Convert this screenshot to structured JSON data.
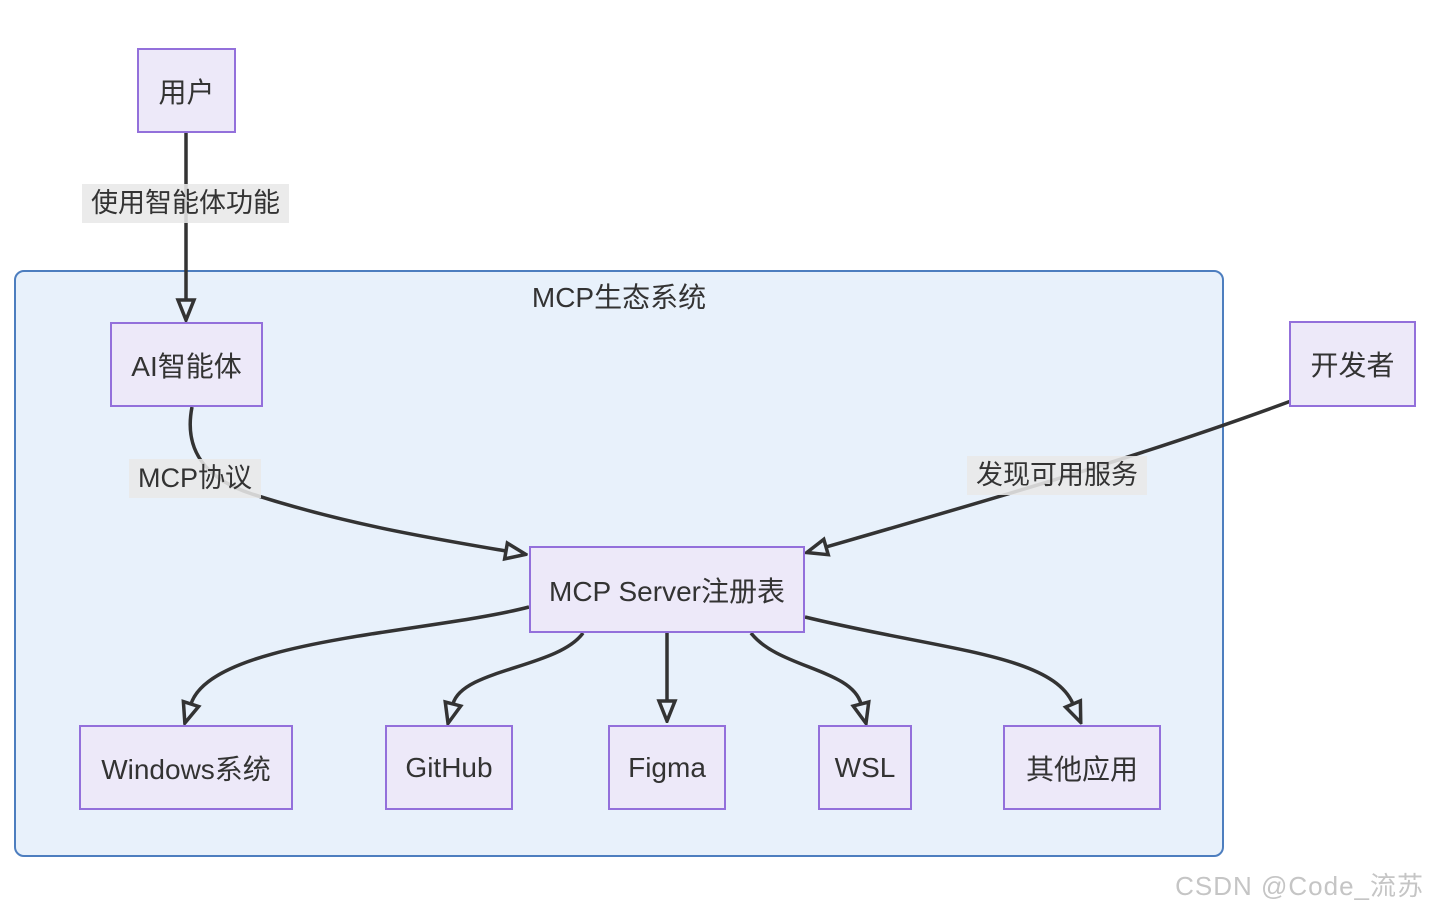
{
  "diagram": {
    "cluster": {
      "title": "MCP生态系统"
    },
    "nodes": {
      "user": "用户",
      "agent": "AI智能体",
      "registry": "MCP Server注册表",
      "developer": "开发者",
      "windows": "Windows系统",
      "github": "GitHub",
      "figma": "Figma",
      "wsl": "WSL",
      "other": "其他应用"
    },
    "edge_labels": {
      "use_agent": "使用智能体功能",
      "mcp_protocol": "MCP协议",
      "discover": "发现可用服务"
    },
    "colors": {
      "node_fill": "#EDE9F9",
      "node_border": "#9370DB",
      "container_fill": "#E8F1FB",
      "container_border": "#4D7EBF",
      "edge_color": "#333333",
      "label_bg": "rgba(232,232,232,0.88)"
    },
    "watermark": "CSDN @Code_流苏"
  }
}
